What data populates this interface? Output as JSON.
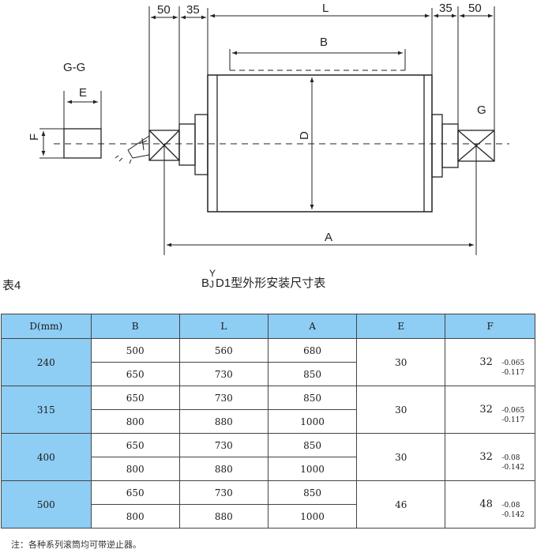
{
  "drawing": {
    "labels": {
      "section": "G-G",
      "E": "E",
      "F": "F",
      "D": "D",
      "L": "L",
      "B": "B",
      "A": "A",
      "G": "G",
      "dim_left_50": "50",
      "dim_left_35": "35",
      "dim_right_35": "35",
      "dim_right_50": "50"
    }
  },
  "caption": {
    "table_no": "表4",
    "title_prefix": "B",
    "title_sup": "Y",
    "title_sub": "J",
    "title_rest": "D1型外形安装尺寸表"
  },
  "table": {
    "headers": [
      "D(mm)",
      "B",
      "L",
      "A",
      "E",
      "F"
    ],
    "groups": [
      {
        "D": "240",
        "rows": [
          {
            "B": "500",
            "L": "560",
            "A": "680"
          },
          {
            "B": "650",
            "L": "730",
            "A": "850"
          }
        ],
        "E": "30",
        "F": "32",
        "F_tol_upper": "-0.065",
        "F_tol_lower": "-0.117"
      },
      {
        "D": "315",
        "rows": [
          {
            "B": "650",
            "L": "730",
            "A": "850"
          },
          {
            "B": "800",
            "L": "880",
            "A": "1000"
          }
        ],
        "E": "30",
        "F": "32",
        "F_tol_upper": "-0.065",
        "F_tol_lower": "-0.117"
      },
      {
        "D": "400",
        "rows": [
          {
            "B": "650",
            "L": "730",
            "A": "850"
          },
          {
            "B": "800",
            "L": "880",
            "A": "1000"
          }
        ],
        "E": "30",
        "F": "32",
        "F_tol_upper": "-0.08",
        "F_tol_lower": "-0.142"
      },
      {
        "D": "500",
        "rows": [
          {
            "B": "650",
            "L": "730",
            "A": "850"
          },
          {
            "B": "800",
            "L": "880",
            "A": "1000"
          }
        ],
        "E": "46",
        "F": "48",
        "F_tol_upper": "-0.08",
        "F_tol_lower": "-0.142"
      }
    ]
  },
  "note": "注：各种系列滚筒均可带逆止器。",
  "colors": {
    "header_bg": "#8ecdf4",
    "line": "#222222"
  }
}
